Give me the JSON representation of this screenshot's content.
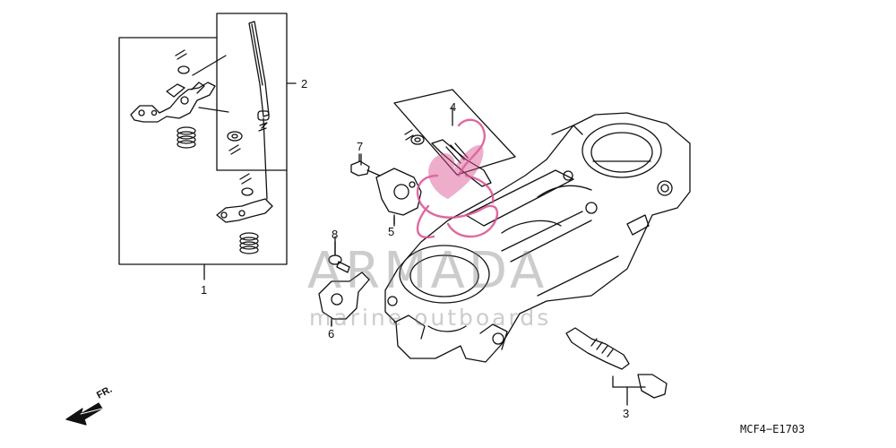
{
  "diagram": {
    "callouts": [
      "1",
      "2",
      "3",
      "4",
      "5",
      "6",
      "7",
      "8"
    ],
    "diagram_code": "MCF4−E1703",
    "front_label": "FR.",
    "watermark": {
      "title": "ARMADA",
      "subtitle": "marine outboards",
      "color": "#d94f8f"
    },
    "line_color": "#111111"
  }
}
